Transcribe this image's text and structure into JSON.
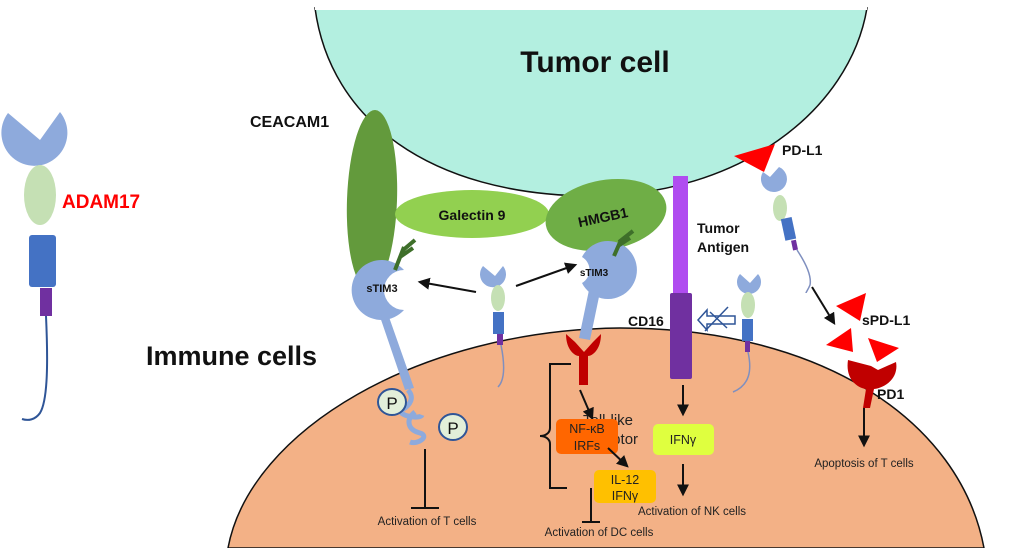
{
  "title": "ADAM17-mediated shedding of immune checkpoint molecules",
  "colors": {
    "tumor_cell": "#b3efe0",
    "immune_cell": "#f3b186",
    "adam17_head": "#8eaadc",
    "adam17_neck": "#c5e0b4",
    "adam17_body": "#4472c4",
    "adam17_tm": "#7030a0",
    "adam17_label": "#ff0000",
    "ceacam1": "#639a3c",
    "galectin9": "#92d050",
    "hmgb1": "#6fae46",
    "tim3": "#8eaadc",
    "tlr": "#c00000",
    "tumor_antigen": "#b04cf0",
    "cd16": "#7030a0",
    "pdl1": "#ff0000",
    "pd1": "#c00000",
    "nfkb_box": "#ff6600",
    "il12_box": "#ffc000",
    "ifng_box": "#dfff3f",
    "phospho": "#e2efd9"
  },
  "labels": {
    "adam17": "ADAM17",
    "tumor_cell": "Tumor cell",
    "immune_cells": "Immune cells",
    "ceacam1": "CEACAM1",
    "galectin9": "Galectin 9",
    "hmgb1": "HMGB1",
    "stim3_left": "sTIM3",
    "stim3_right": "sTIM3",
    "tumor_antigen_line1": "Tumor",
    "tumor_antigen_line2": "Antigen",
    "cd16": "CD16",
    "pdl1": "PD-L1",
    "spdl1": "sPD-L1",
    "pd1": "PD1",
    "phospho1": "P",
    "phospho2": "P",
    "toll_like_line1": "Toll-like",
    "toll_like_line2": "receptor",
    "nfkb_line1": "NF-κB",
    "nfkb_line2": "IRFs",
    "il12_line1": "IL-12",
    "il12_line2": "IFNγ",
    "ifng": "IFNγ",
    "activation_t": "Activation of T cells",
    "activation_dc": "Activation of DC cells",
    "activation_nk": "Activation of NK cells",
    "apoptosis_t": "Apoptosis of T cells"
  }
}
